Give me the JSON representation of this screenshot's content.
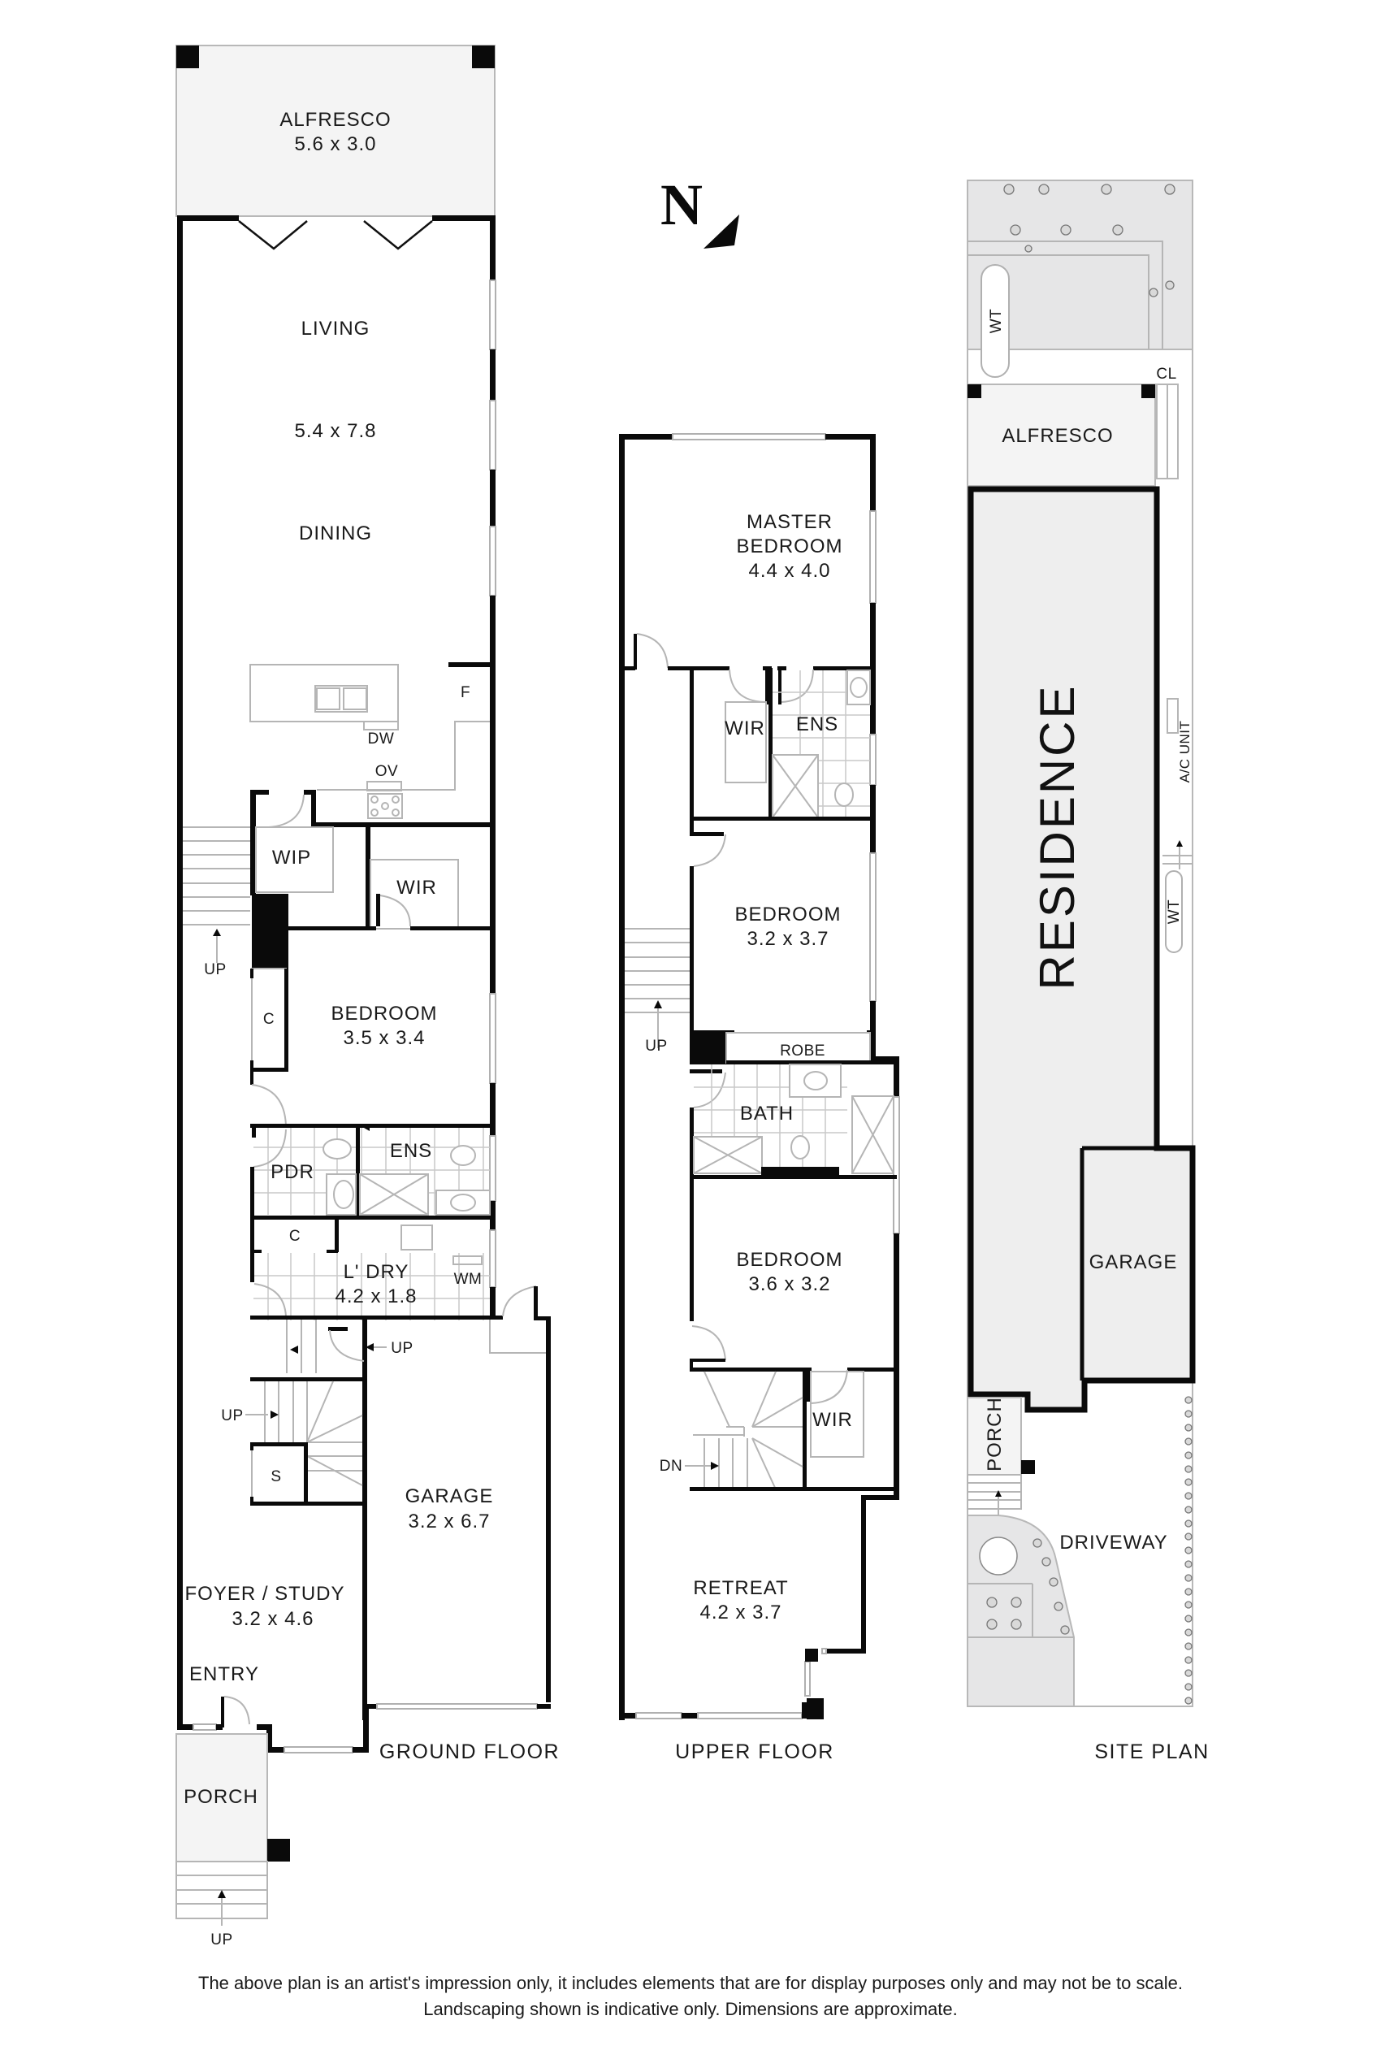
{
  "compass": {
    "label": "N",
    "icon": "north-arrow-icon"
  },
  "ground_floor": {
    "title": "GROUND FLOOR",
    "rooms": {
      "alfresco": {
        "name": "ALFRESCO",
        "size": "5.6 x 3.0"
      },
      "living": {
        "name": "LIVING",
        "size": "5.4 x 7.8"
      },
      "dining": {
        "name": "DINING"
      },
      "kitchen": {
        "fridge": "F",
        "dishwasher": "DW",
        "oven": "OV"
      },
      "wip": {
        "name": "WIP"
      },
      "wir": {
        "name": "WIR"
      },
      "bedroom": {
        "name": "BEDROOM",
        "size": "3.5 x 3.4"
      },
      "cupboard_1": {
        "name": "C"
      },
      "pdr": {
        "name": "PDR"
      },
      "ens": {
        "name": "ENS"
      },
      "cupboard_2": {
        "name": "C"
      },
      "laundry": {
        "name": "L' DRY",
        "size": "4.2 x 1.8",
        "washer": "WM"
      },
      "storage": {
        "name": "S"
      },
      "garage": {
        "name": "GARAGE",
        "size": "3.2 x 6.7"
      },
      "foyer": {
        "name": "FOYER / STUDY",
        "size": "3.2 x 4.6"
      },
      "entry": {
        "name": "ENTRY"
      },
      "porch": {
        "name": "PORCH"
      }
    },
    "stairs": {
      "up_1": "UP",
      "up_2": "UP",
      "up_3": "UP",
      "up_4": "UP"
    }
  },
  "upper_floor": {
    "title": "UPPER  FLOOR",
    "rooms": {
      "master": {
        "name_1": "MASTER",
        "name_2": "BEDROOM",
        "size": "4.4 x 4.0"
      },
      "wir_master": {
        "name": "WIR"
      },
      "ens": {
        "name": "ENS"
      },
      "bedroom_2": {
        "name": "BEDROOM",
        "size": "3.2 x 3.7"
      },
      "robe": {
        "name": "ROBE"
      },
      "bath": {
        "name": "BATH"
      },
      "bedroom_3": {
        "name": "BEDROOM",
        "size": "3.6 x 3.2"
      },
      "wir_3": {
        "name": "WIR"
      },
      "retreat": {
        "name": "RETREAT",
        "size": "4.2 x 3.7"
      }
    },
    "stairs": {
      "up": "UP",
      "down": "DN"
    }
  },
  "site_plan": {
    "title": "SITE PLAN",
    "labels": {
      "water_tank_1": "WT",
      "clothesline": "CL",
      "alfresco": "ALFRESCO",
      "ac_unit": "A/C UNIT",
      "water_tank_2": "WT",
      "residence": "RESIDENCE",
      "garage": "GARAGE",
      "porch": "PORCH",
      "driveway": "DRIVEWAY"
    }
  },
  "disclaimer": {
    "line_1": "The above plan is an artist's impression only, it includes elements that are for display purposes only and may not be to scale.",
    "line_2": "Landscaping shown is indicative only. Dimensions are approximate."
  }
}
